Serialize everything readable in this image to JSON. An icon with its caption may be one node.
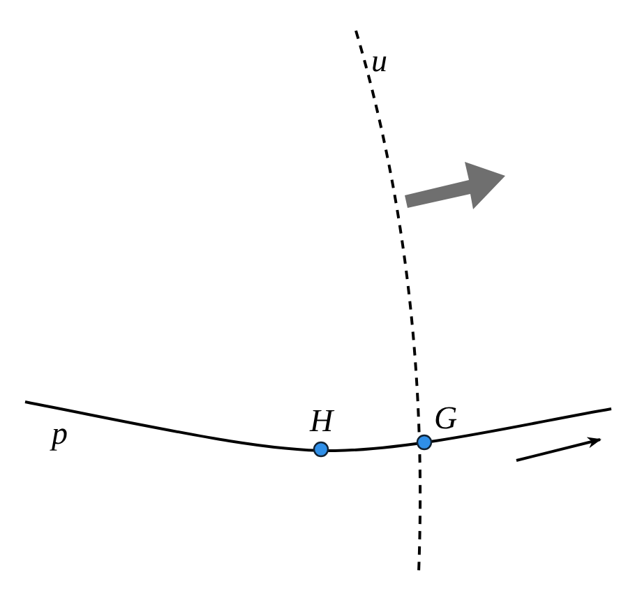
{
  "diagram": {
    "labels": [
      "u",
      "H",
      "G",
      "p"
    ]
  }
}
